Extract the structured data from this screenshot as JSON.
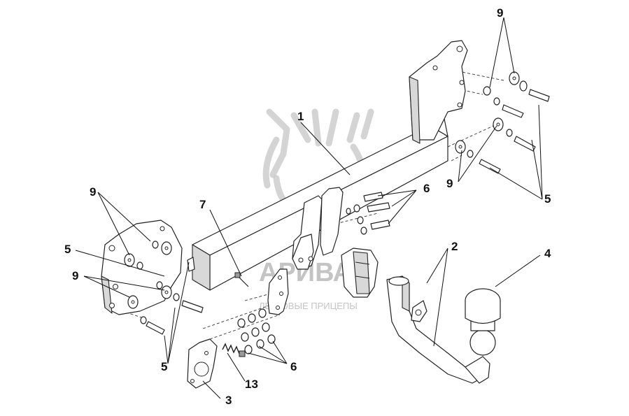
{
  "watermark": {
    "brand": "АРИВА",
    "tagline": "ЛЕГКОВЫЕ ПРИЦЕПЫ"
  },
  "callouts": {
    "c1": "1",
    "c2": "2",
    "c3": "3",
    "c4": "4",
    "c5_right": "5",
    "c5_left_top": "5",
    "c5_left_bottom": "5",
    "c6_top": "6",
    "c6_bottom": "6",
    "c7": "7",
    "c9_top_right": "9",
    "c9_bottom_right": "9",
    "c9_left_top": "9",
    "c9_left_bottom": "9",
    "c13": "13"
  }
}
